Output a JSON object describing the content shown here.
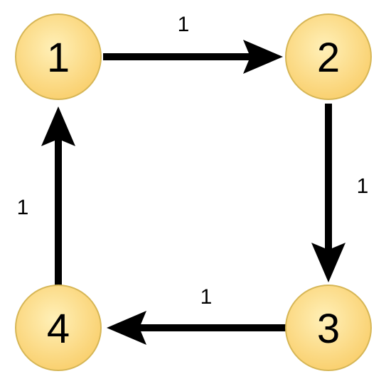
{
  "colors": {
    "node_fill": "#FFD97A",
    "node_stroke": "#D6B656",
    "edge": "#000000"
  },
  "nodes": [
    {
      "id": "1",
      "label": "1"
    },
    {
      "id": "2",
      "label": "2"
    },
    {
      "id": "3",
      "label": "3"
    },
    {
      "id": "4",
      "label": "4"
    }
  ],
  "edges": [
    {
      "from": "1",
      "to": "2",
      "label": "1"
    },
    {
      "from": "2",
      "to": "3",
      "label": "1"
    },
    {
      "from": "3",
      "to": "4",
      "label": "1"
    },
    {
      "from": "4",
      "to": "1",
      "label": "1"
    }
  ]
}
